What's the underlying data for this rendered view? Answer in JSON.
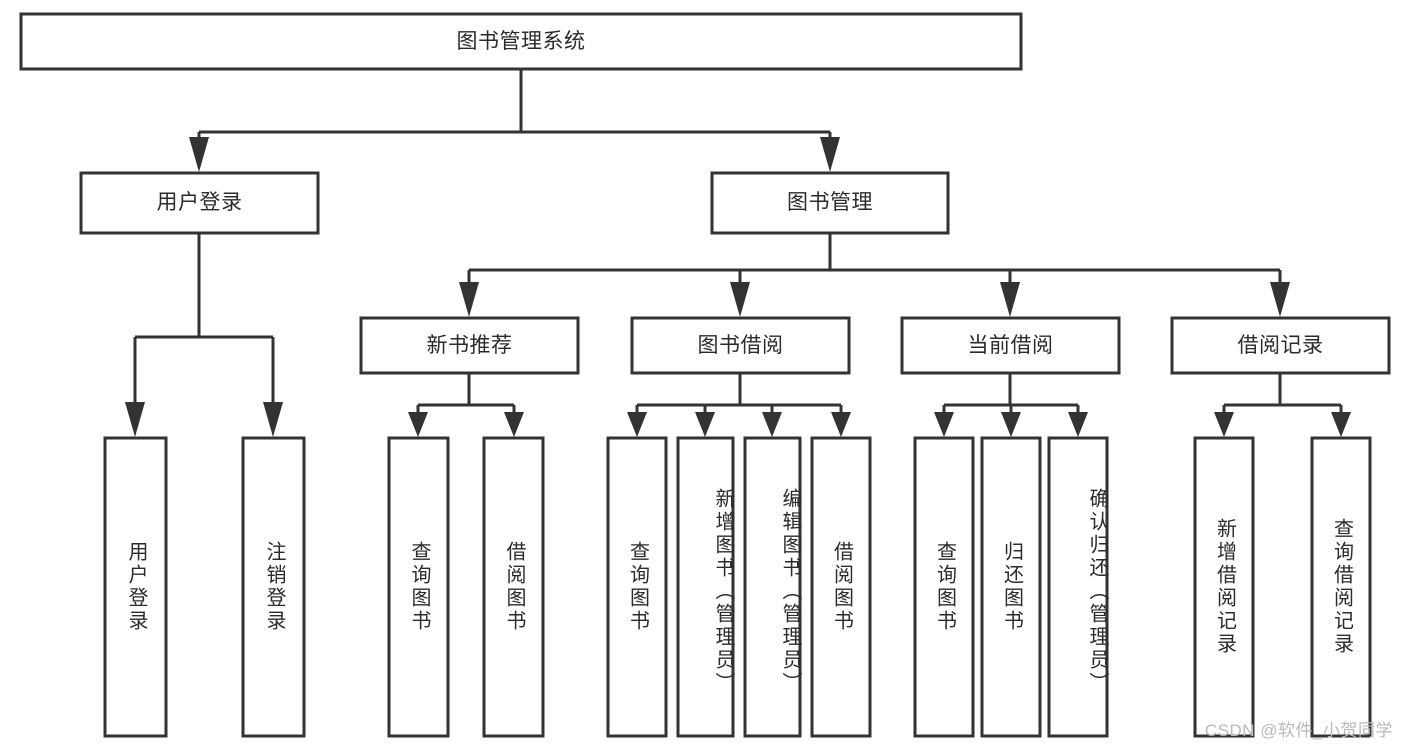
{
  "diagram": {
    "title": "图书管理系统",
    "type": "tree-hierarchy",
    "colors": {
      "stroke": "#333333",
      "node_fill": "#ffffff",
      "text": "#2b2b2b",
      "background": "#ffffff",
      "watermark": "#b9b9b9"
    },
    "root": {
      "label": "图书管理系统"
    },
    "level2": [
      {
        "label": "用户登录"
      },
      {
        "label": "图书管理"
      }
    ],
    "level3": [
      {
        "label": "新书推荐"
      },
      {
        "label": "图书借阅"
      },
      {
        "label": "当前借阅"
      },
      {
        "label": "借阅记录"
      }
    ],
    "leaves": {
      "user_login": [
        {
          "label": "用户登录"
        },
        {
          "label": "注销登录"
        }
      ],
      "new_book_recommend": [
        {
          "label": "查询图书"
        },
        {
          "label": "借阅图书"
        }
      ],
      "book_borrow": [
        {
          "label": "查询图书"
        },
        {
          "label": "新增图书（管理员）"
        },
        {
          "label": "编辑图书（管理员）"
        },
        {
          "label": "借阅图书"
        }
      ],
      "current_borrow": [
        {
          "label": "查询图书"
        },
        {
          "label": "归还图书"
        },
        {
          "label": "确认归还（管理员）"
        }
      ],
      "borrow_record": [
        {
          "label": "新增借阅记录"
        },
        {
          "label": "查询借阅记录"
        }
      ]
    }
  },
  "watermark": {
    "text": "CSDN @软件_小贺同学"
  }
}
